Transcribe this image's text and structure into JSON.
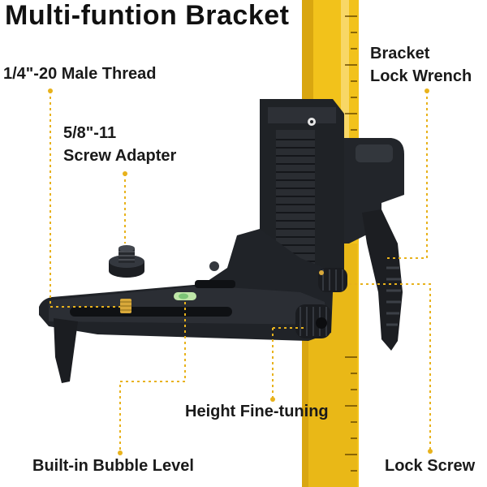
{
  "title": "Multi-funtion Bracket",
  "labels": {
    "male_thread": "1/4\"-20 Male Thread",
    "screw_adapter": [
      "5/8\"-11",
      "Screw Adapter"
    ],
    "lock_wrench": [
      "Bracket",
      "Lock Wrench"
    ],
    "height_tuning": "Height Fine-tuning",
    "bubble_level": "Built-in Bubble Level",
    "lock_screw": "Lock Screw"
  },
  "colors": {
    "pole": "#f2c21b",
    "pole_shadow": "#c99a0a",
    "bracket": "#1f2226",
    "bracket_highlight": "#3a3e44",
    "brass": "#d9a93a",
    "leader_dots": "#e8b21c",
    "bubble": "#7cc576",
    "text": "#1a1a1a"
  }
}
